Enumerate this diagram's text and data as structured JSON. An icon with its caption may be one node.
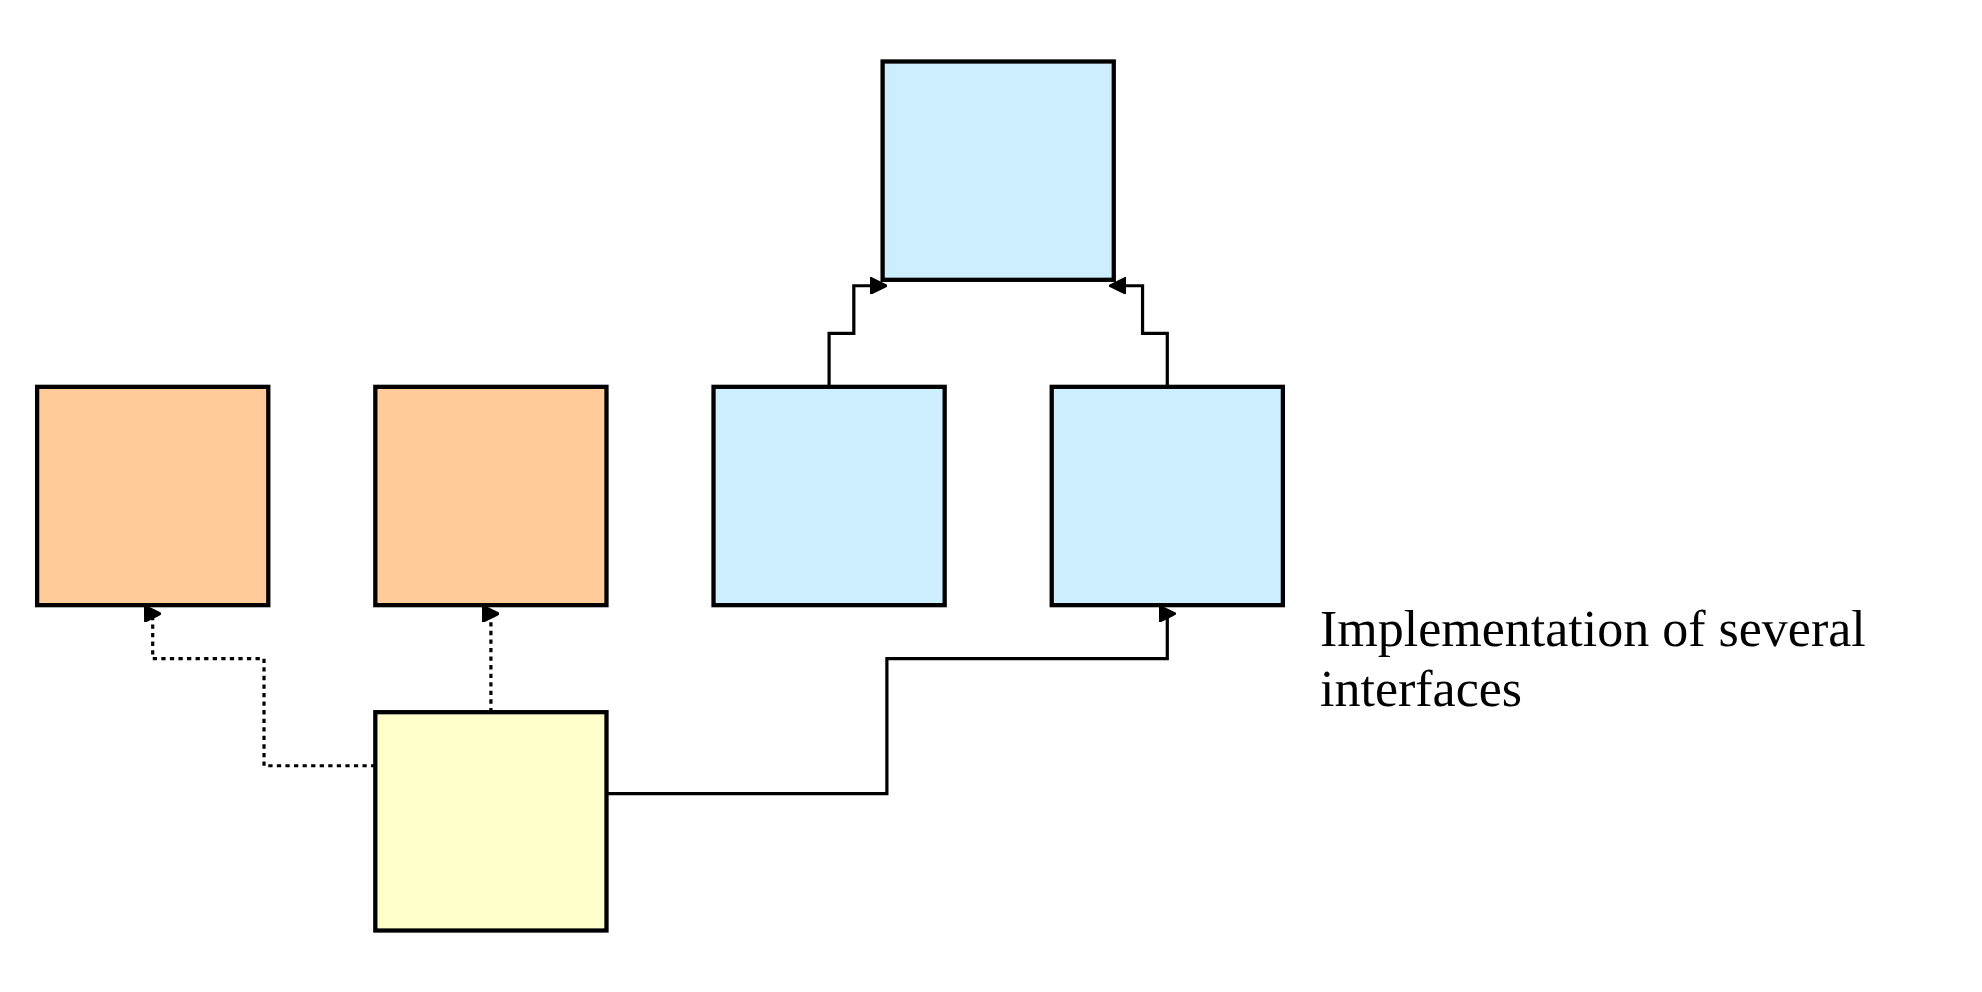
{
  "diagram": {
    "nodes": [
      {
        "text": [],
        "shape": "box"
      },
      {
        "text": [],
        "shape": "box"
      },
      {
        "text": [],
        "shape": "box"
      },
      {
        "text": [],
        "shape": "box"
      },
      {
        "text": [],
        "shape": "box"
      },
      {
        "text": [],
        "shape": "box"
      }
    ],
    "edges": [
      {
        "from": 3,
        "to": 0,
        "arrow": "to"
      },
      {
        "from": 4,
        "to": 0,
        "arrow": "to"
      },
      {
        "from": 5,
        "to": 4,
        "arrow": "to"
      },
      {
        "from": 5,
        "to": 1,
        "arrow": "to",
        "style": "dashed"
      },
      {
        "from": 5,
        "to": 2,
        "arrow": "to",
        "style": "dashed"
      }
    ],
    "labels": [
      "Implementation of several interfaces"
    ]
  }
}
